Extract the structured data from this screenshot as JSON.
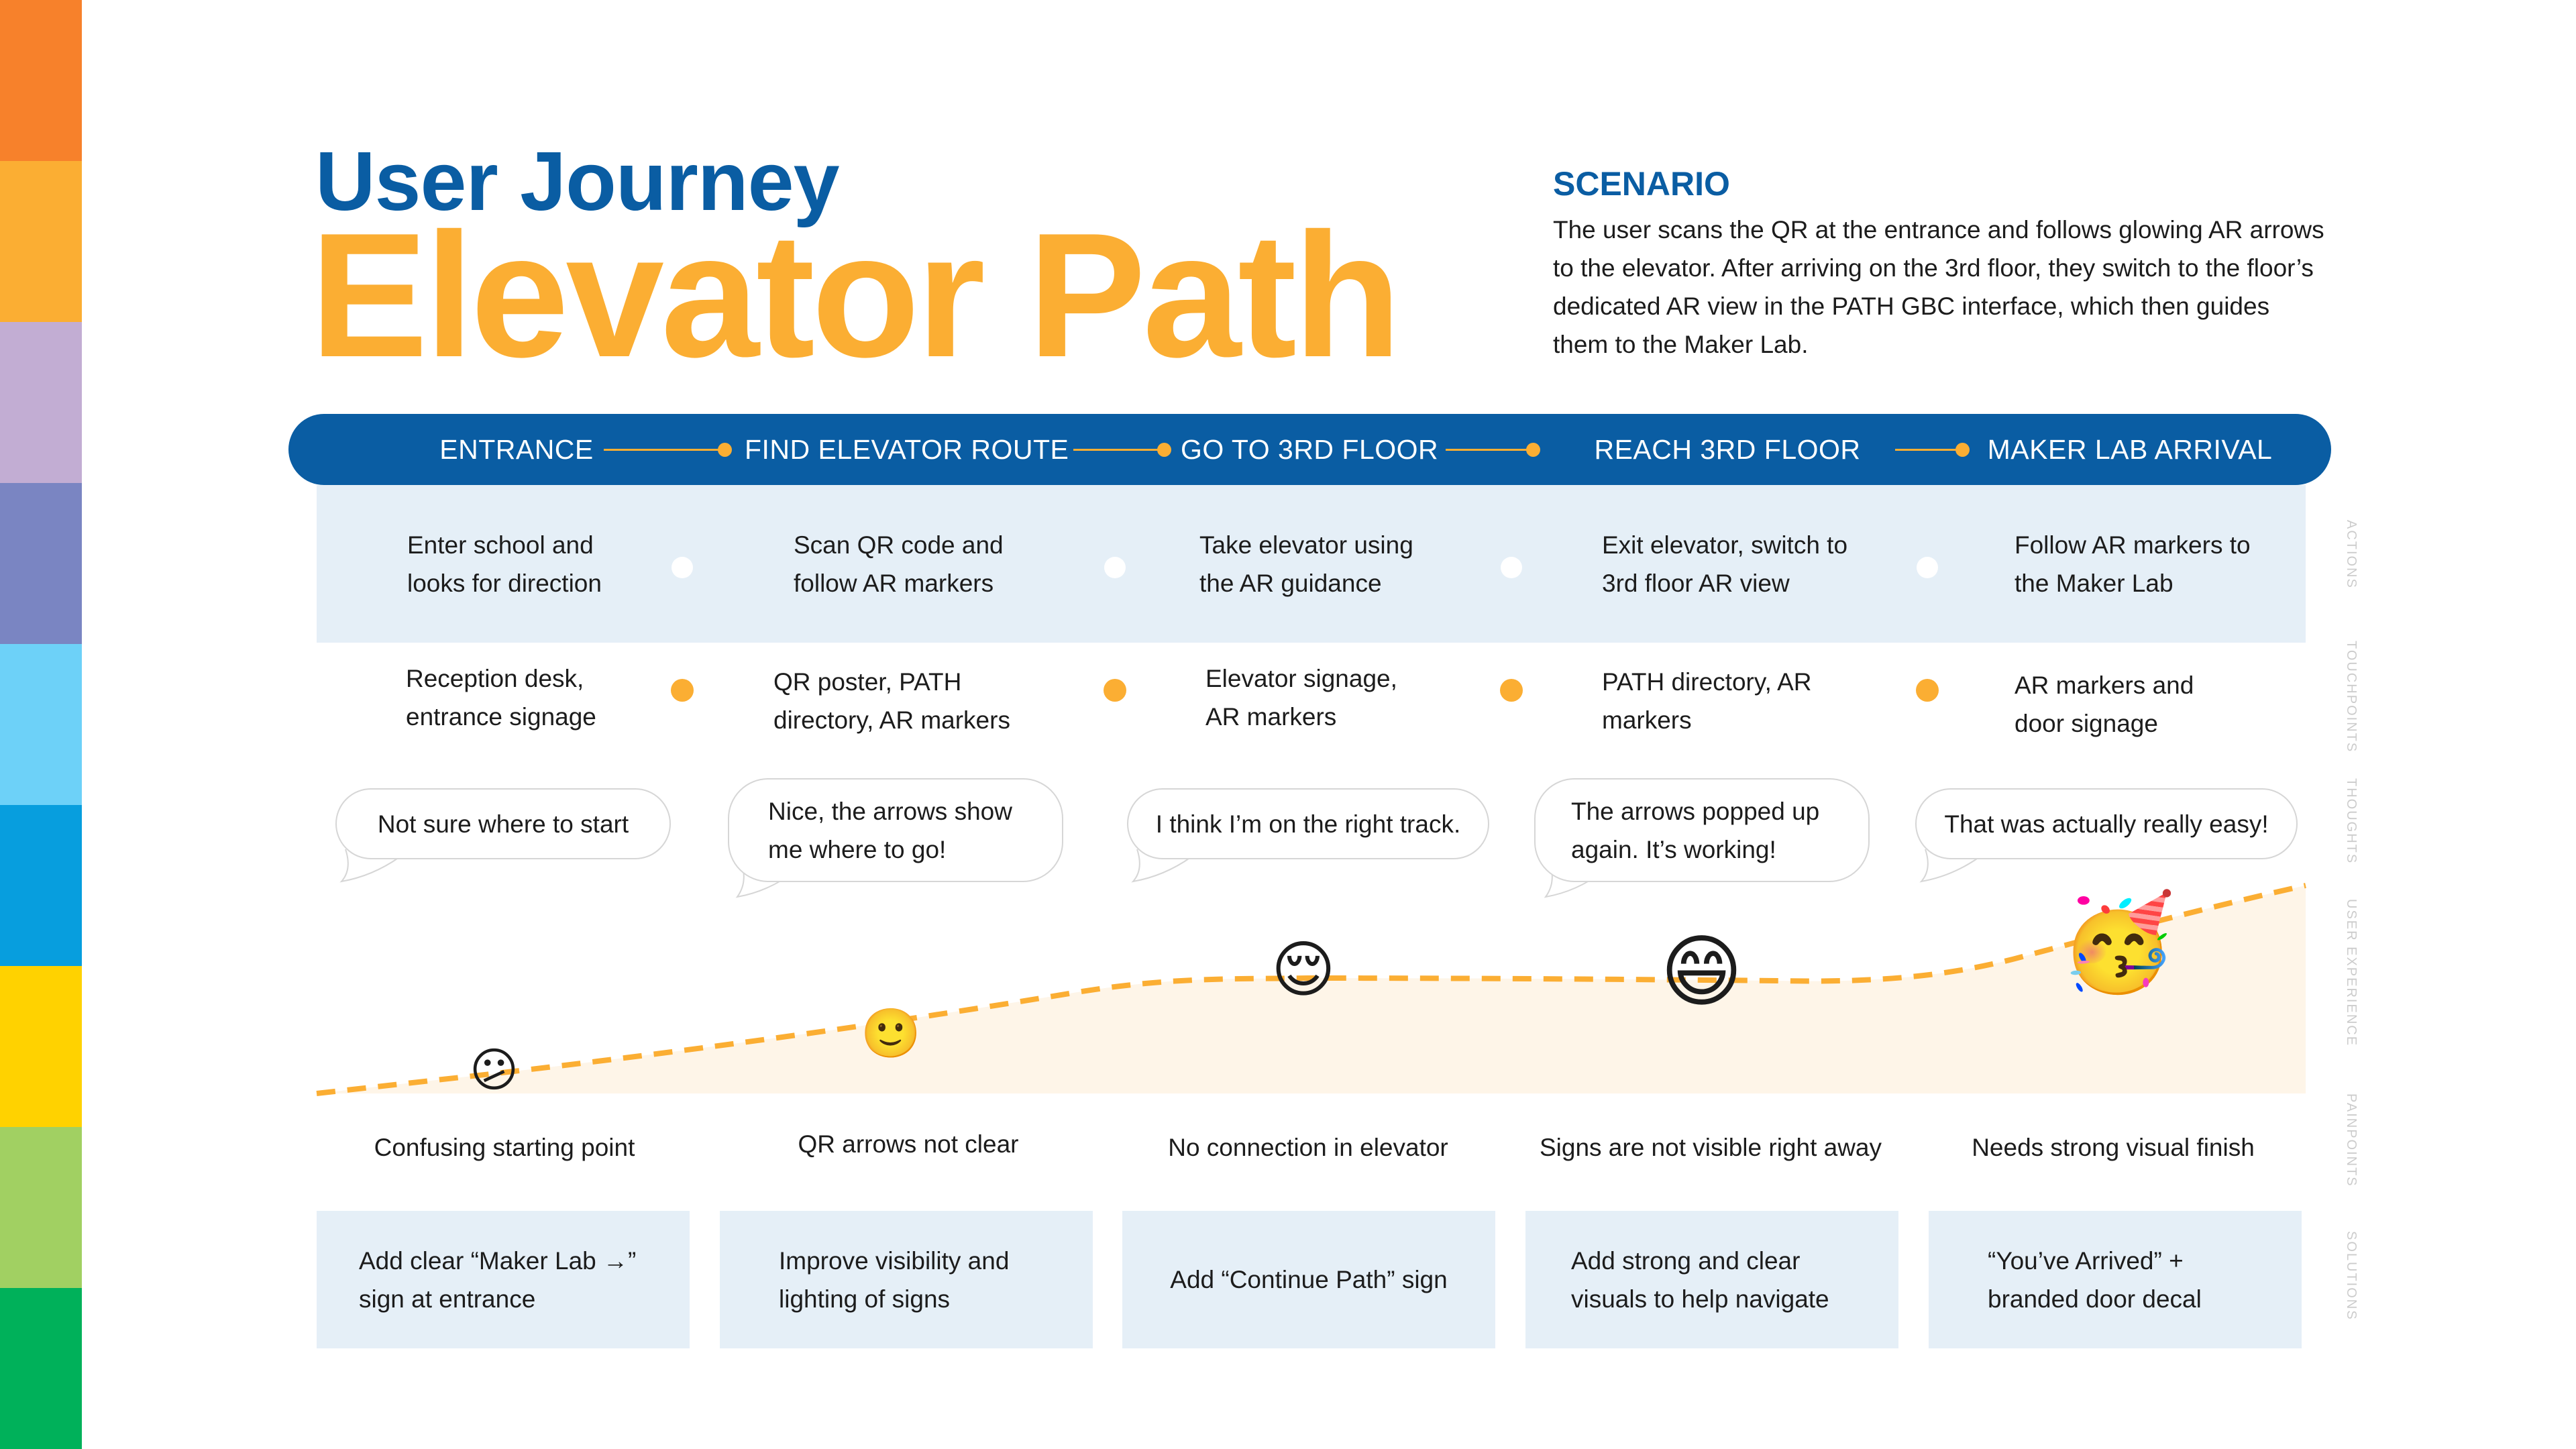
{
  "colors": {
    "blue": "#0A5DA3",
    "orange": "#FBAE33",
    "light_blue": "#E5EFF7",
    "curve_fill": "#FEF5E8",
    "stripes": [
      "#F7812B",
      "#FBAE33",
      "#C2ADD3",
      "#7A85C2",
      "#6DD1F8",
      "#079EDE",
      "#FFD200",
      "#A1D062",
      "#00B15A"
    ]
  },
  "header": {
    "title_top": "User Journey",
    "title_main": "Elevator Path"
  },
  "scenario": {
    "heading": "SCENARIO",
    "text": "The user scans the QR at the entrance and follows glowing AR arrows to the elevator. After arriving on the 3rd floor, they switch to the floor’s dedicated AR view in the PATH GBC interface, which then guides them to the Maker Lab."
  },
  "row_labels": {
    "actions": "ACTIONS",
    "touchpoints": "TOUCHPOINTS",
    "thoughts": "THOUGHTS",
    "experience": "USER EXPERIENCE",
    "painpoints": "PAINPOINTS",
    "solutions": "SOLUTIONS"
  },
  "stages": [
    {
      "name": "ENTRANCE",
      "action": "Enter school and looks for direction",
      "touchpoint": "Reception desk, entrance signage",
      "thought": "Not sure where to start",
      "emotion_icon": "confused-face-icon",
      "emoji": "😕",
      "painpoint": "Confusing starting point",
      "solution": "Add clear “Maker Lab →” sign at entrance"
    },
    {
      "name": "FIND ELEVATOR ROUTE",
      "action": "Scan QR code and follow AR markers",
      "touchpoint": "QR poster, PATH directory, AR markers",
      "thought": "Nice, the arrows show me where to go!",
      "emotion_icon": "slightly-smiling-face-icon",
      "emoji": "🙂",
      "painpoint": "QR arrows not clear",
      "solution": "Improve visibility and lighting of signs"
    },
    {
      "name": "GO TO 3RD FLOOR",
      "action": "Take elevator using the AR guidance",
      "touchpoint": "Elevator signage, AR markers",
      "thought": "I think I’m on the right track.",
      "emotion_icon": "relieved-face-icon",
      "emoji": "😌",
      "painpoint": "No connection in elevator",
      "solution": "Add “Continue Path” sign"
    },
    {
      "name": "REACH 3RD FLOOR",
      "action": "Exit elevator, switch to 3rd floor AR view",
      "touchpoint": "PATH directory, AR markers",
      "thought": "The arrows popped up again. It’s working!",
      "emotion_icon": "grinning-face-icon",
      "emoji": "😄",
      "painpoint": "Signs are not visible right away",
      "solution": "Add strong and clear visuals to help navigate"
    },
    {
      "name": "MAKER LAB ARRIVAL",
      "action": "Follow AR markers to the Maker Lab",
      "touchpoint": "AR markers and door signage",
      "thought": "That was actually really easy!",
      "emotion_icon": "partying-face-icon",
      "emoji": "🥳",
      "painpoint": "Needs strong visual finish",
      "solution": "“You’ve Arrived” + branded door decal"
    }
  ]
}
